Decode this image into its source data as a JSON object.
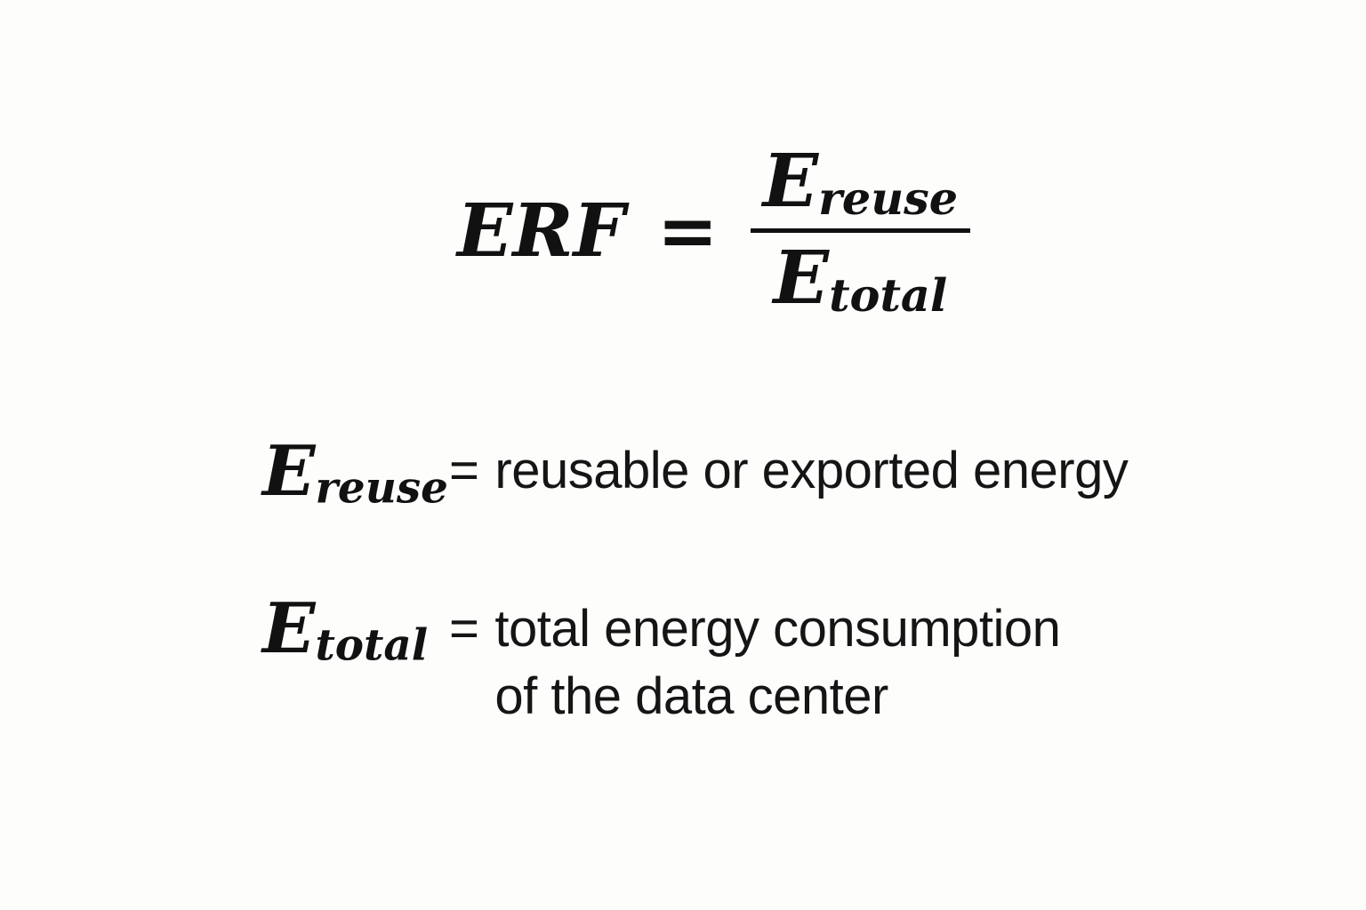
{
  "colors": {
    "background": "#fdfdfc",
    "text": "#111111"
  },
  "formula": {
    "lhs": "ERF",
    "equals": "=",
    "numerator": {
      "base": "E",
      "subscript": "reuse"
    },
    "denominator": {
      "base": "E",
      "subscript": "total"
    }
  },
  "definitions": [
    {
      "term": {
        "base": "E",
        "subscript": "reuse"
      },
      "equals": "=",
      "description_lines": [
        "reusable or exported energy"
      ]
    },
    {
      "term": {
        "base": "E",
        "subscript": "total"
      },
      "equals": "=",
      "description_lines": [
        "total energy consumption",
        "of the data center"
      ]
    }
  ]
}
